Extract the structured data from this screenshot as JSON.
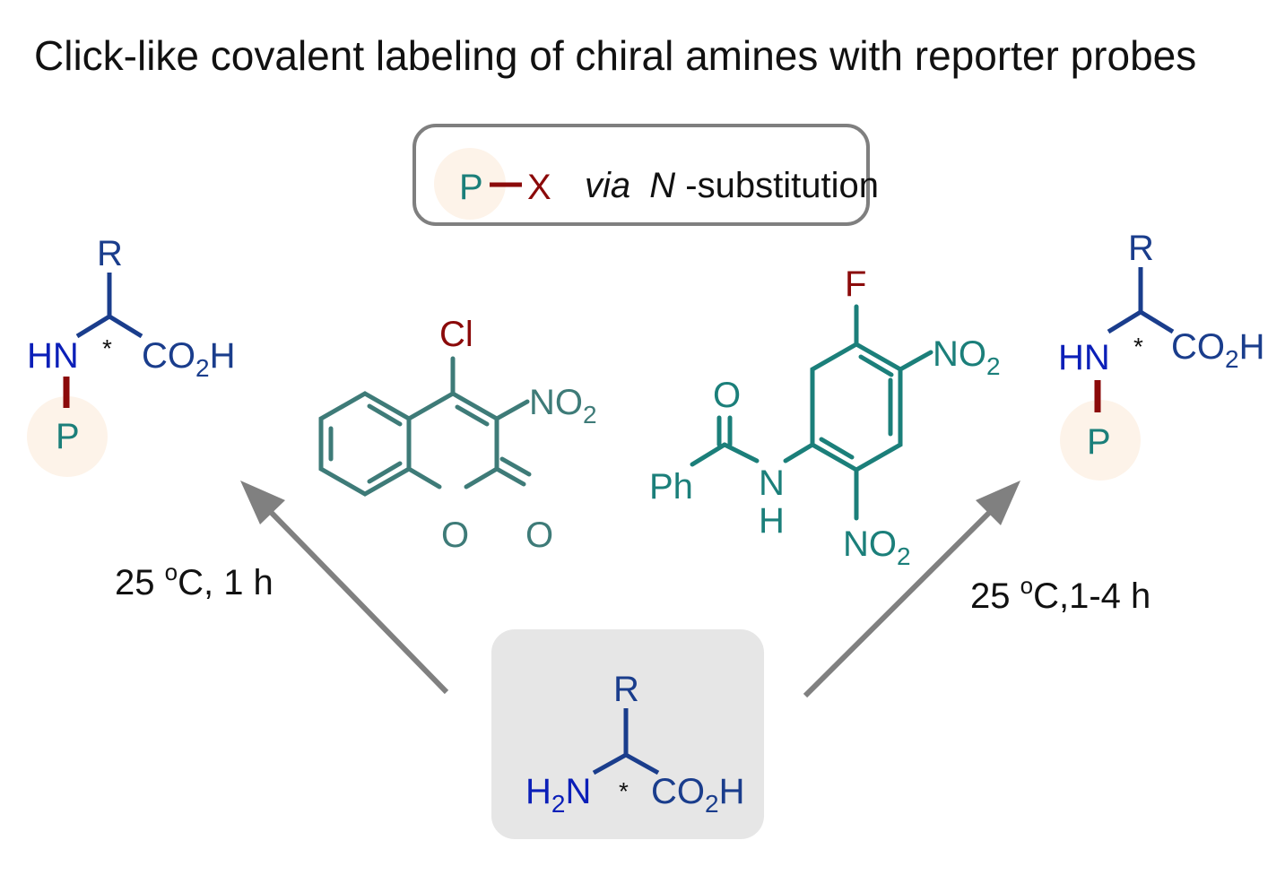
{
  "title": "Click-like covalent labeling of chiral amines with reporter probes",
  "reagent_box": {
    "p": "P",
    "x": "X",
    "via": "via",
    "n": "N",
    "rest": "-substitution"
  },
  "left_product": {
    "r": "R",
    "hn": "HN",
    "star": "*",
    "co": "CO",
    "sub": "2",
    "h": "H",
    "p": "P"
  },
  "right_product": {
    "r": "R",
    "hn": "HN",
    "star": "*",
    "co": "CO",
    "sub": "2",
    "h": "H",
    "p": "P"
  },
  "starting_material": {
    "r": "R",
    "h": "H",
    "sub2": "2",
    "n": "N",
    "star": "*",
    "co": "CO",
    "sub": "2",
    "hh": "H"
  },
  "coumarin": {
    "cl": "Cl",
    "no": "NO",
    "sub": "2",
    "o_ring": "O",
    "o_exo": "O"
  },
  "fdnb": {
    "f": "F",
    "no_top": "NO",
    "sub_top": "2",
    "no_bot": "NO",
    "sub_bot": "2",
    "o": "O",
    "ph": "Ph",
    "n": "N",
    "h": "H"
  },
  "conditions_left": {
    "pre": "25 ",
    "sup": "o",
    "post": "C, 1 h"
  },
  "conditions_right": {
    "pre": "25 ",
    "sup": "o",
    "post": "C,1-4 h"
  },
  "colors": {
    "blue": "#0b1fb8",
    "dark_blue": "#1a3d8c",
    "teal": "#1b7f7a",
    "red": "#8b0a0a",
    "arrow": "#808080",
    "box_fill": "#e6e6e6"
  }
}
